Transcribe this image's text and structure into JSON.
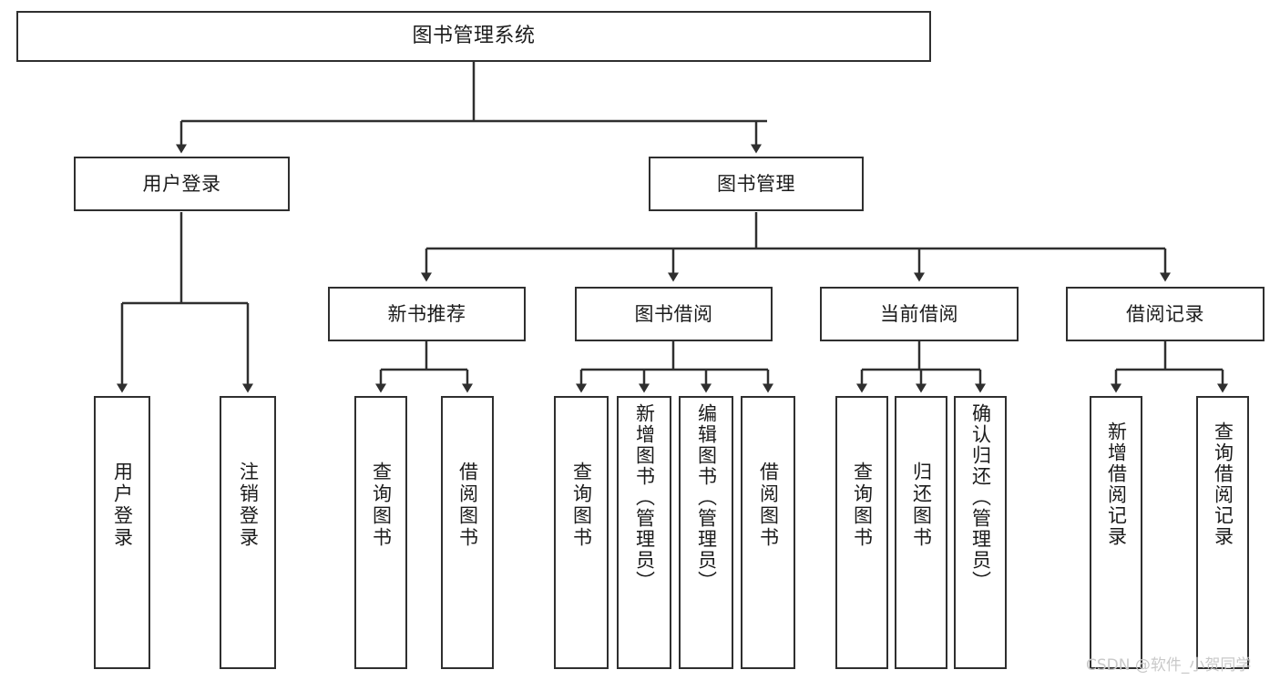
{
  "diagram": {
    "title": "图书管理系统",
    "type": "hierarchy-tree",
    "root": {
      "label": "图书管理系统"
    },
    "level1": [
      {
        "id": "user-login",
        "label": "用户登录"
      },
      {
        "id": "book-management",
        "label": "图书管理"
      }
    ],
    "level2": [
      {
        "id": "new-book-recommend",
        "label": "新书推荐",
        "parent": "book-management"
      },
      {
        "id": "book-borrow",
        "label": "图书借阅",
        "parent": "book-management"
      },
      {
        "id": "current-borrow",
        "label": "当前借阅",
        "parent": "book-management"
      },
      {
        "id": "borrow-record",
        "label": "借阅记录",
        "parent": "book-management"
      }
    ],
    "leaves": [
      {
        "id": "leaf-user-login",
        "label": "用户登录",
        "parent": "user-login"
      },
      {
        "id": "leaf-user-logout",
        "label": "注销登录",
        "parent": "user-login"
      },
      {
        "id": "leaf-query-book-1",
        "label": "查询图书",
        "parent": "new-book-recommend"
      },
      {
        "id": "leaf-borrow-book-1",
        "label": "借阅图书",
        "parent": "new-book-recommend"
      },
      {
        "id": "leaf-query-book-2",
        "label": "查询图书",
        "parent": "book-borrow"
      },
      {
        "id": "leaf-add-book",
        "label": "新增图书（管理员）",
        "parent": "book-borrow"
      },
      {
        "id": "leaf-edit-book",
        "label": "编辑图书（管理员）",
        "parent": "book-borrow"
      },
      {
        "id": "leaf-borrow-book-2",
        "label": "借阅图书",
        "parent": "book-borrow"
      },
      {
        "id": "leaf-query-book-3",
        "label": "查询图书",
        "parent": "current-borrow"
      },
      {
        "id": "leaf-return-book",
        "label": "归还图书",
        "parent": "current-borrow"
      },
      {
        "id": "leaf-confirm-return",
        "label": "确认归还（管理员）",
        "parent": "current-borrow"
      },
      {
        "id": "leaf-add-record",
        "label": "新增借阅记录",
        "parent": "borrow-record"
      },
      {
        "id": "leaf-query-record",
        "label": "查询借阅记录",
        "parent": "borrow-record"
      }
    ]
  },
  "watermark": {
    "text": "CSDN @软件_小贺同学"
  },
  "colors": {
    "border": "#2f2f2f",
    "background": "#ffffff",
    "text": "#1b1b1b",
    "watermark": "#c9c9c9"
  }
}
